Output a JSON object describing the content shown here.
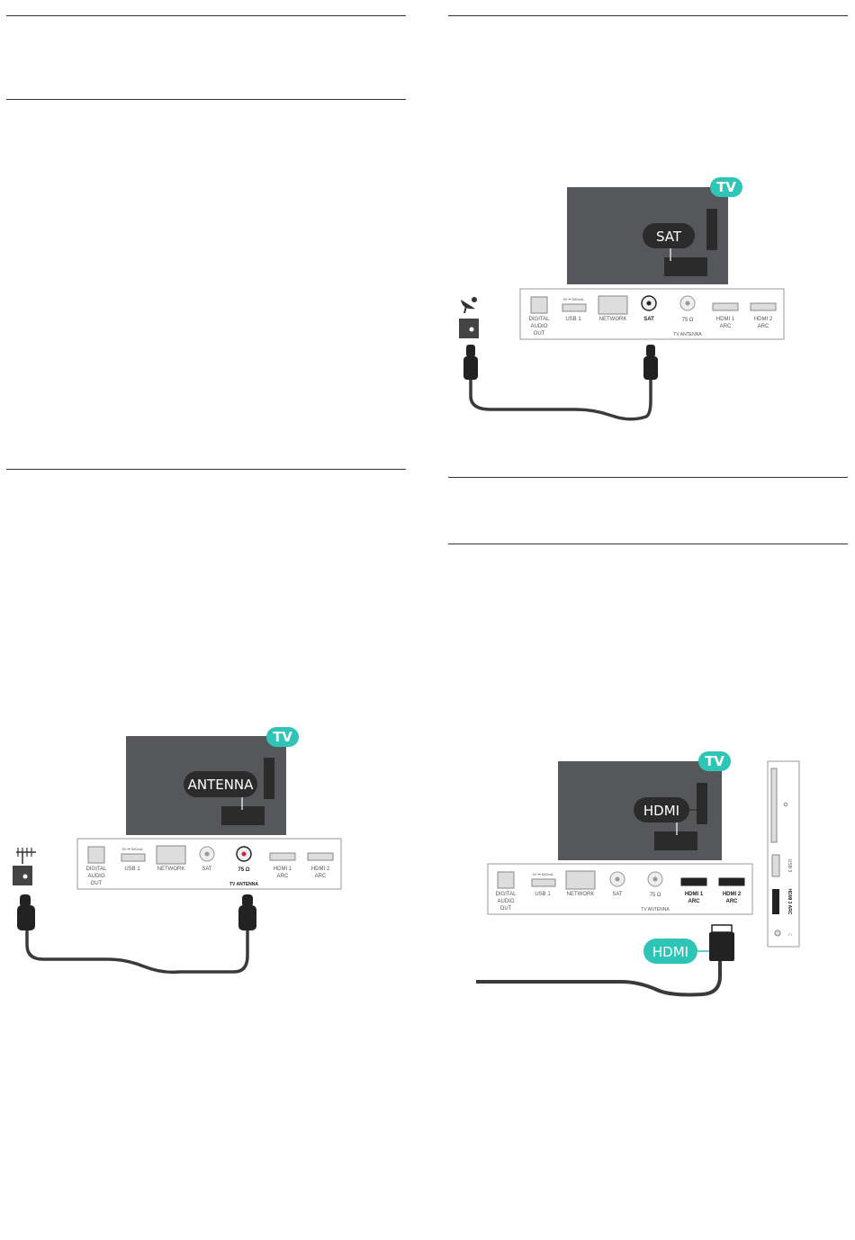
{
  "colors": {
    "accent": "#2ec4b6",
    "tv_body": "#55575a",
    "cable": "#3a3a3a",
    "rule": "#333333"
  },
  "icons": [
    "satellite-dish-icon",
    "antenna-icon",
    "wall-socket-icon"
  ],
  "sat_figure": {
    "badge": "TV",
    "connector_label": "SAT",
    "ports": {
      "digital_audio": [
        "DIGITAL",
        "AUDIO",
        "OUT"
      ],
      "usb": "USB 1",
      "usb_small": "5V ⎓ 500mA",
      "network": "NETWORK",
      "sat": "SAT",
      "ohm": "75 Ω",
      "antenna": "TV ANTENNA",
      "hdmi1": [
        "HDMI 1",
        "ARC"
      ],
      "hdmi2": [
        "HDMI 2",
        "ARC"
      ]
    }
  },
  "antenna_figure": {
    "badge": "TV",
    "connector_label": "ANTENNA",
    "ports": {
      "digital_audio": [
        "DIGITAL",
        "AUDIO",
        "OUT"
      ],
      "usb": "USB 1",
      "usb_small": "5V ⎓ 500mA",
      "network": "NETWORK",
      "sat": "SAT",
      "ohm": "75 Ω",
      "antenna": "TV ANTENNA",
      "hdmi1": [
        "HDMI 1",
        "ARC"
      ],
      "hdmi2": [
        "HDMI 2",
        "ARC"
      ]
    }
  },
  "hdmi_figure": {
    "badge": "TV",
    "connector_label": "HDMI",
    "cable_label": "HDMI",
    "ports": {
      "digital_audio": [
        "DIGITAL",
        "AUDIO",
        "OUT"
      ],
      "usb": "USB 1",
      "usb_small": "5V ⎓ 500mA",
      "network": "NETWORK",
      "sat": "SAT",
      "ohm": "75 Ω",
      "antenna": "TV ANTENNA",
      "hdmi1": [
        "HDMI 1",
        "ARC"
      ],
      "hdmi2": [
        "HDMI 2",
        "ARC"
      ]
    },
    "side_panel": {
      "usb": "USB 3",
      "hdmi": "HDMI 3 ARC"
    }
  }
}
